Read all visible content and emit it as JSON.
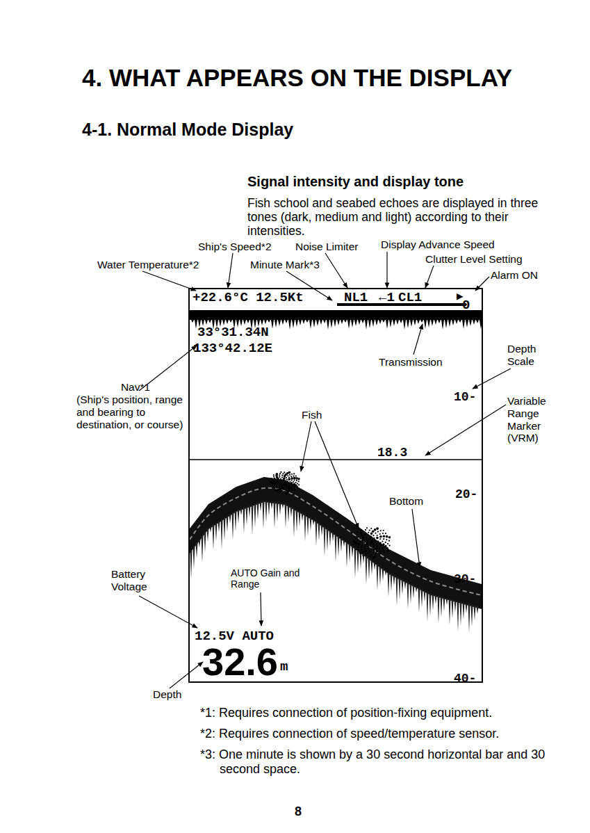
{
  "diagram": {
    "title": "4. WHAT APPEARS ON THE DISPLAY",
    "nodes": [
      {
        "text": [
          "+22.6°C 12.5Kt",
          "NL1",
          "←1",
          "CL1",
          "▶",
          "0",
          "33°31.34N",
          "133°42.12E",
          "10-",
          "18.3",
          "20-",
          "30-",
          "12.5V AUTO",
          "32.6",
          "m",
          "40-"
        ]
      }
    ],
    "labels": [
      "4-1. Normal Mode Display",
      "Signal intensity and display tone",
      "Fish school and seabed echoes are displayed in three tones (dark, medium and light) according to their intensities.",
      "Ship's Speed*2",
      "Noise Limiter",
      "Display Advance Speed",
      "Water Temperature*2",
      "Minute Mark*3",
      "Clutter Level Setting",
      "Alarm ON",
      "Transmission",
      "Depth Scale",
      "Nav*1",
      "(Ship's position, range and bearing to destination, or course)",
      "Fish",
      "Variable Range Marker (VRM)",
      "Bottom",
      "Battery Voltage",
      "AUTO Gain and Range",
      "Depth",
      "*1: Requires connection of position-fixing equipment.",
      "*2: Requires connection of speed/temperature sensor.",
      "*3: One minute is shown by a 30 second horizontal bar and 30 second space.",
      "8"
    ]
  }
}
